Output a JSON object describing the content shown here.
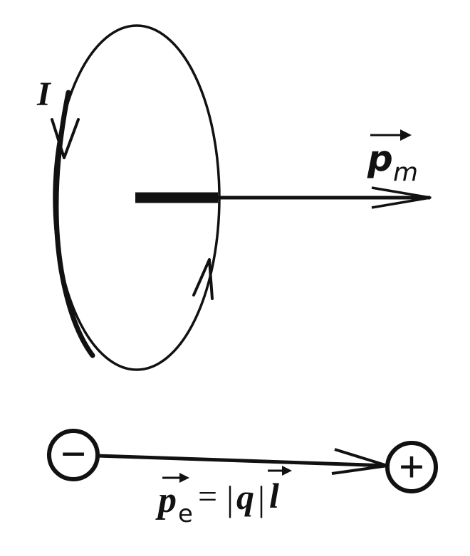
{
  "current_loop": {
    "current_label": "I"
  },
  "magnetic_moment": {
    "symbol": "p",
    "subscript": "m"
  },
  "electric_dipole": {
    "negative_sign": "−",
    "positive_sign": "+",
    "moment_symbol": "p",
    "moment_subscript": "e",
    "equals": "=",
    "abs_bar": "|",
    "charge_symbol": "q",
    "length_symbol": "l"
  },
  "colors": {
    "ink": "#111111",
    "background": "#ffffff"
  }
}
